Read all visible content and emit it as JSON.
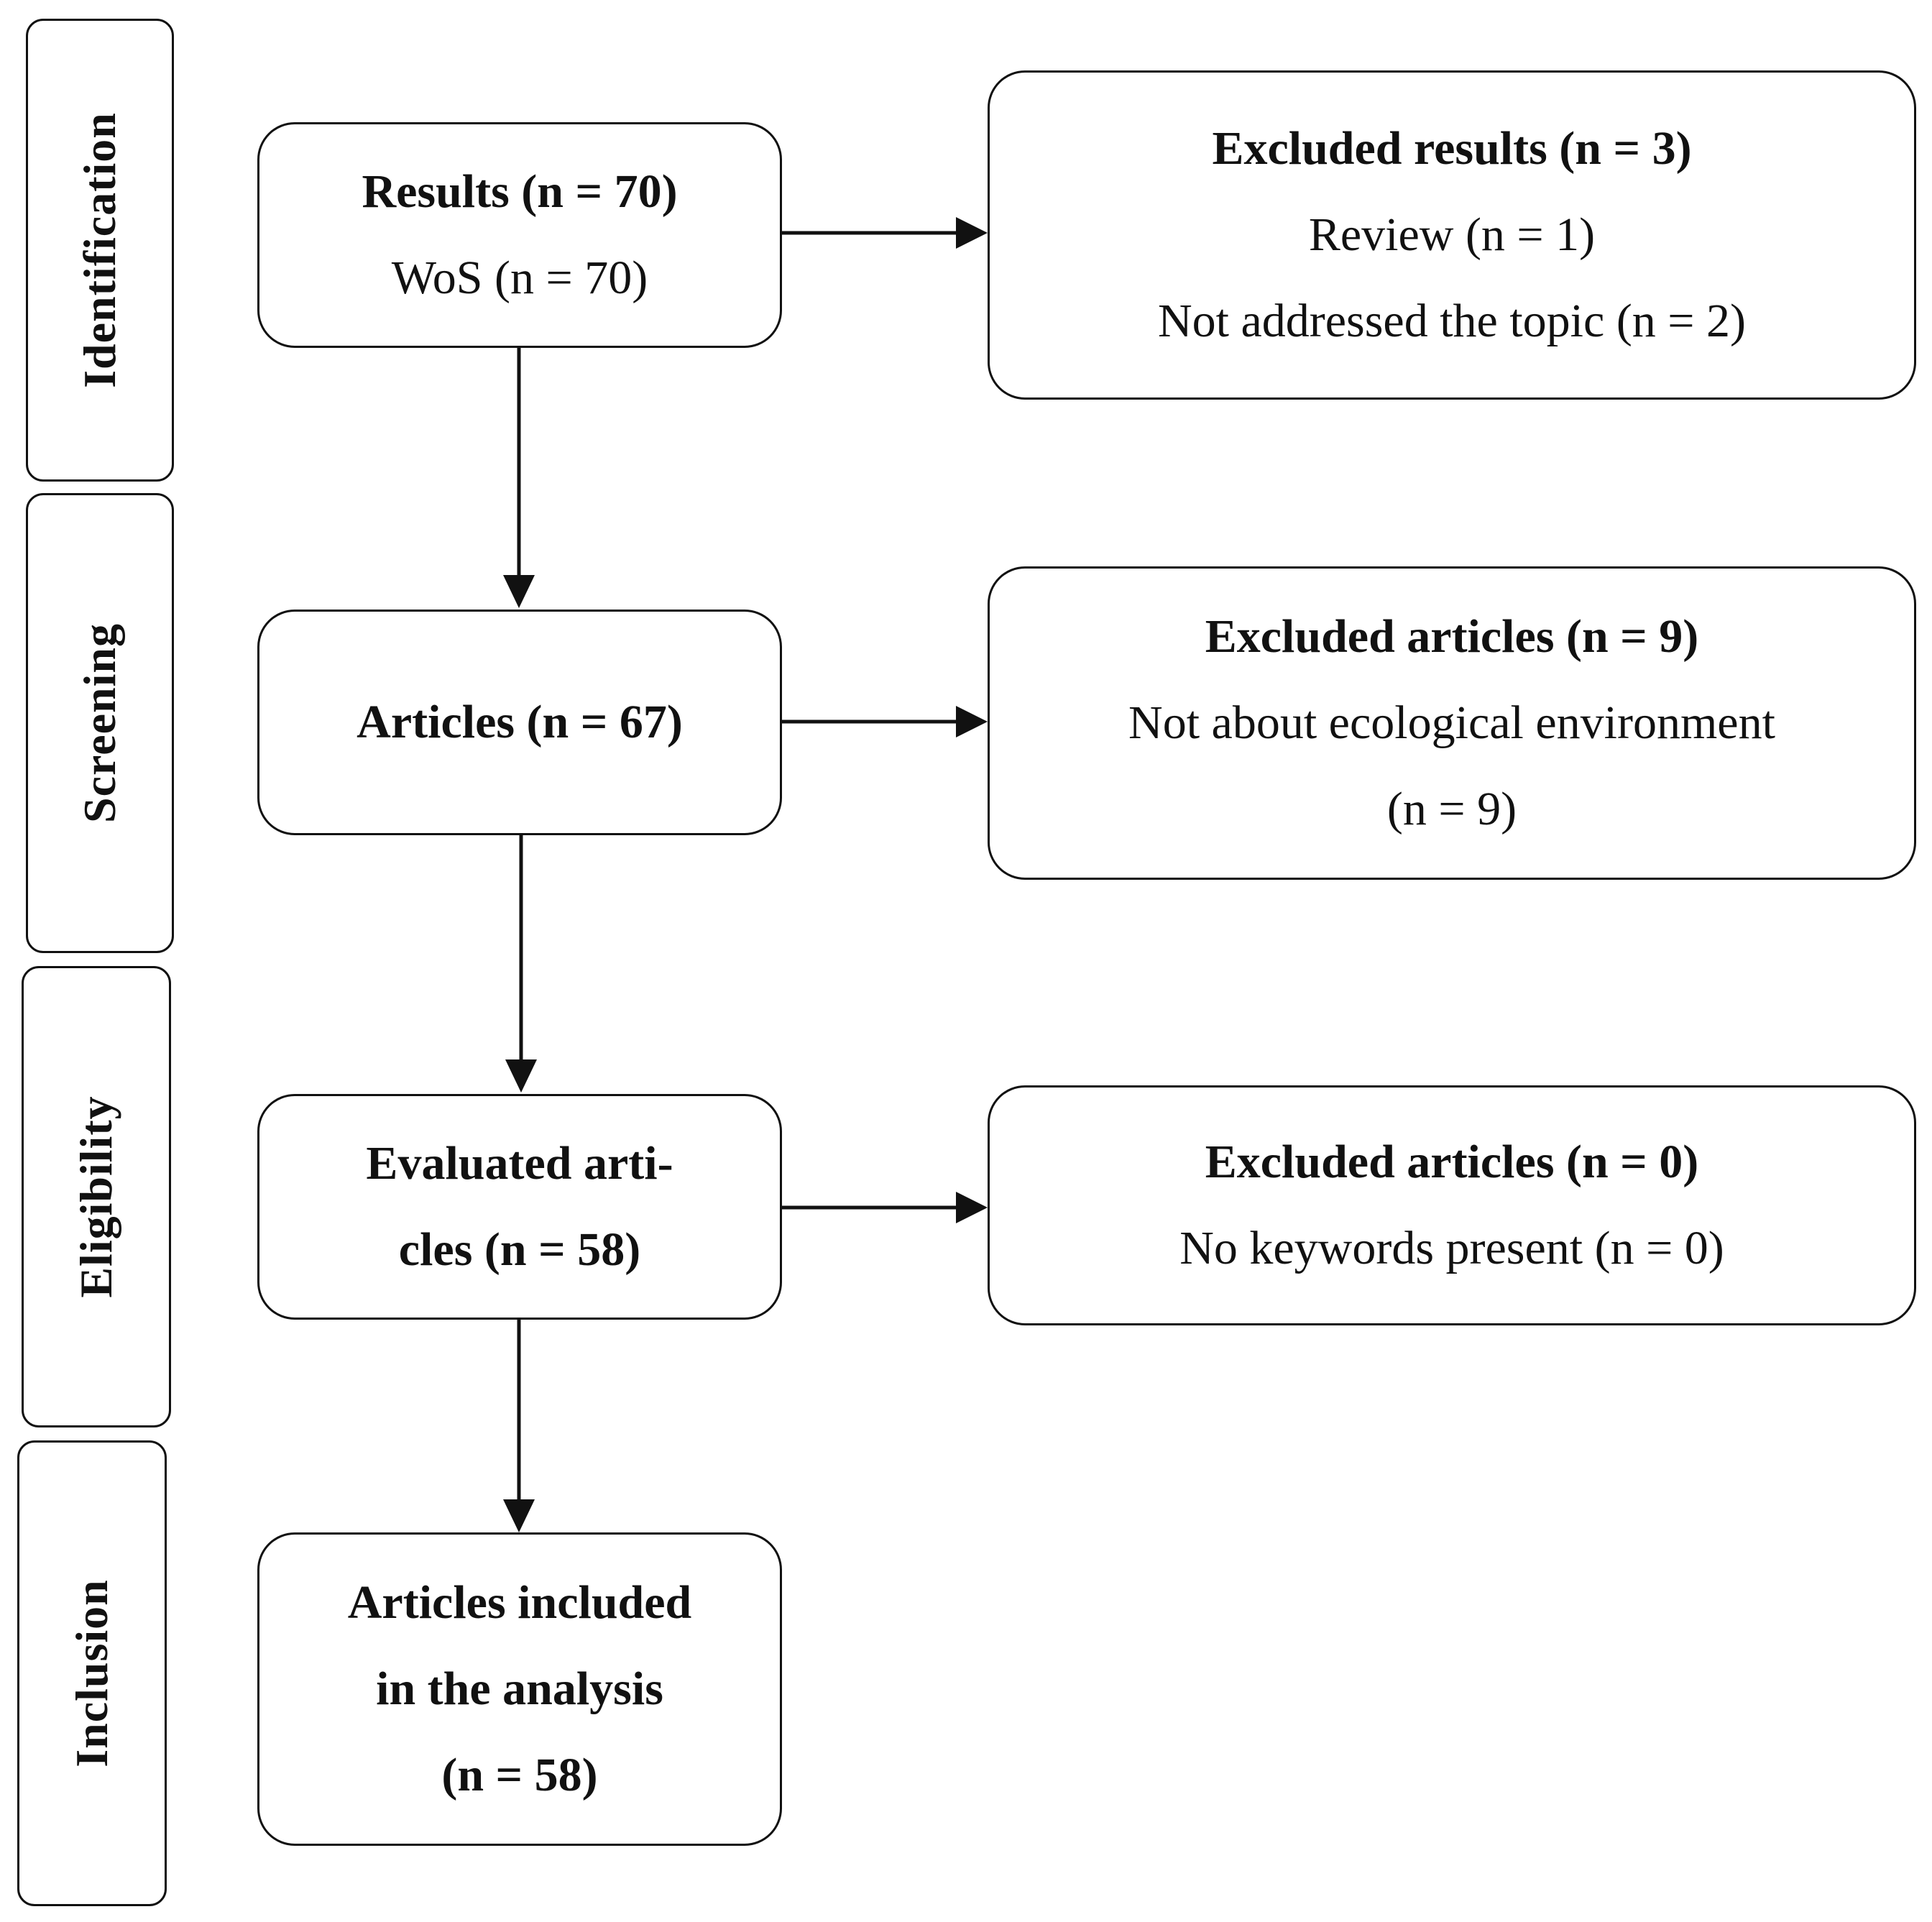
{
  "stages": {
    "identification": "Identification",
    "screening": "Screening",
    "eligibility": "Eligibility",
    "inclusion": "Inclusion"
  },
  "results": {
    "title": "Results (n = 70)",
    "detail": "WoS (n = 70)"
  },
  "excluded_results": {
    "title": "Excluded results (n = 3)",
    "line1": "Review (n = 1)",
    "line2": "Not addressed the topic (n = 2)"
  },
  "articles": {
    "title": "Articles (n = 67)"
  },
  "excluded_articles_screening": {
    "title": "Excluded articles (n = 9)",
    "line1": "Not about ecological environment",
    "line2": "(n = 9)"
  },
  "evaluated": {
    "line1": "Evaluated arti-",
    "line2": "cles (n = 58)"
  },
  "excluded_articles_eligibility": {
    "title": "Excluded articles (n = 0)",
    "line1": "No keywords present (n = 0)"
  },
  "included": {
    "line1": "Articles included",
    "line2": "in the analysis",
    "line3": "(n = 58)"
  }
}
